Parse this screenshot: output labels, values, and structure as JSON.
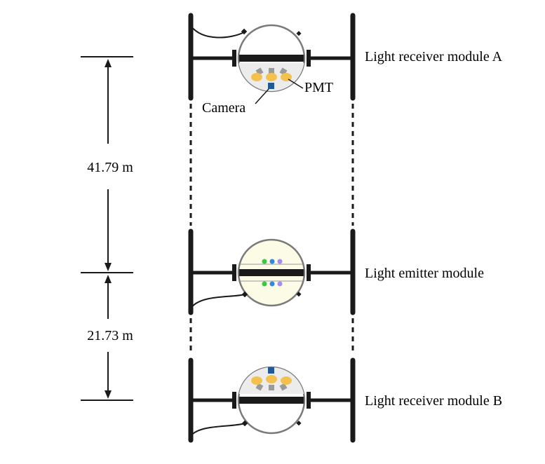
{
  "modules": {
    "receiver_a": {
      "label": "Light receiver module A"
    },
    "emitter": {
      "label": "Light emitter module"
    },
    "receiver_b": {
      "label": "Light receiver module B"
    }
  },
  "distances": {
    "upper": "41.79 m",
    "lower": "21.73 m"
  },
  "callouts": {
    "pmt": "PMT",
    "camera": "Camera"
  },
  "colors": {
    "frame": "#1a1a1a",
    "sphere_outline": "#7a7a7a",
    "pmt": "#f2c14e",
    "camera": "#1f5a96",
    "emitter_glow": "#fbfbe6",
    "led_green": "#3fc63f",
    "led_blue": "#2f8be0",
    "led_violet": "#a58cf0"
  }
}
